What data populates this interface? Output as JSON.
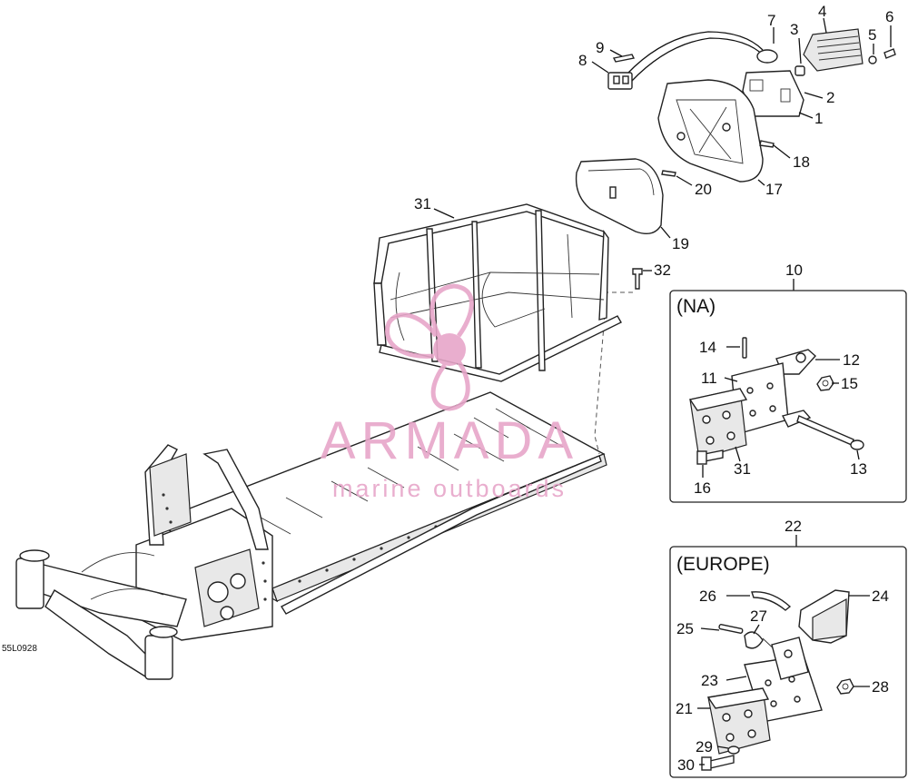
{
  "reference_code": "55L0928",
  "watermark": {
    "brand": "ARMADA",
    "tagline": "marine outboards",
    "color": "#e7a6c9"
  },
  "regions": {
    "na": {
      "label": "(NA)",
      "number": "10"
    },
    "europe": {
      "label": "(EUROPE)",
      "number": "22"
    }
  },
  "callouts": {
    "c1": "1",
    "c2": "2",
    "c3": "3",
    "c4": "4",
    "c5": "5",
    "c6": "6",
    "c7": "7",
    "c8": "8",
    "c9": "9",
    "c17": "17",
    "c18": "18",
    "c19": "19",
    "c20": "20",
    "c31_rack": "31",
    "c32": "32",
    "c11": "11",
    "c12": "12",
    "c13": "13",
    "c14": "14",
    "c15": "15",
    "c16": "16",
    "c31_na": "31",
    "c21": "21",
    "c23": "23",
    "c24": "24",
    "c25": "25",
    "c26": "26",
    "c27": "27",
    "c28": "28",
    "c29": "29",
    "c30": "30"
  }
}
